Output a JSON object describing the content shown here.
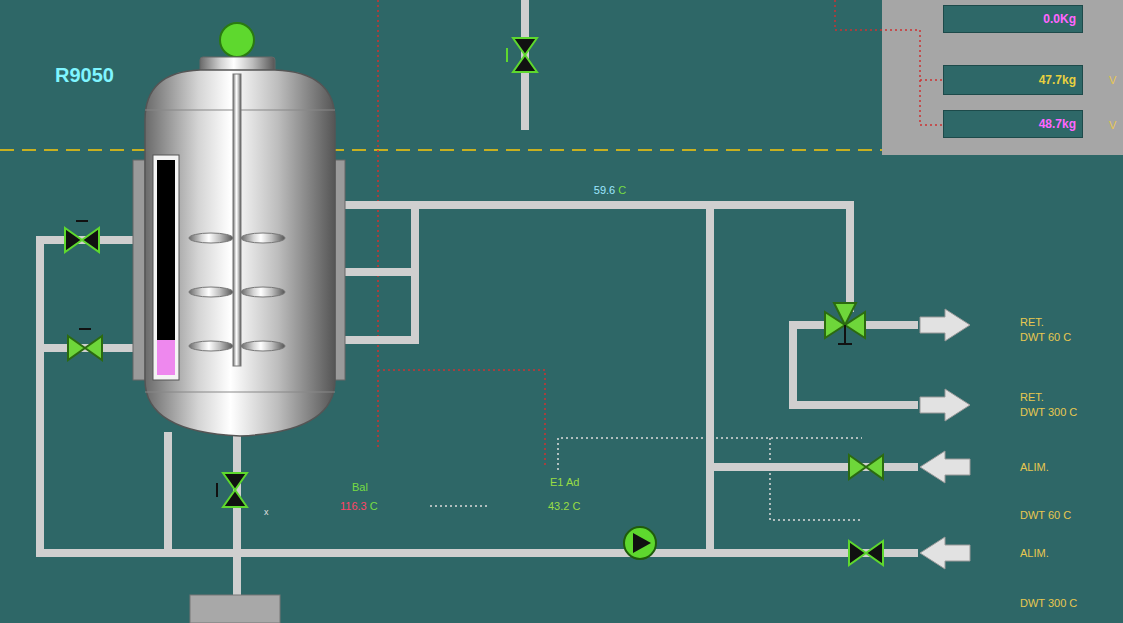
{
  "diagram": {
    "nodes": [
      {
        "text": [
          "0.0Kg"
        ]
      },
      {
        "text": [
          "47.7kg"
        ]
      },
      {
        "text": [
          "48.7kg"
        ]
      }
    ],
    "labels": [
      "R9050",
      "V",
      "V",
      "59.6 C",
      "RET.",
      "DWT 60 C",
      "RET.",
      "DWT 300 C",
      "ALIM.",
      "DWT 60 C",
      "ALIM.",
      "DWT 300 C",
      "Bal",
      "116.3 C",
      "E1 Ad",
      "43.2 C",
      "x"
    ]
  }
}
